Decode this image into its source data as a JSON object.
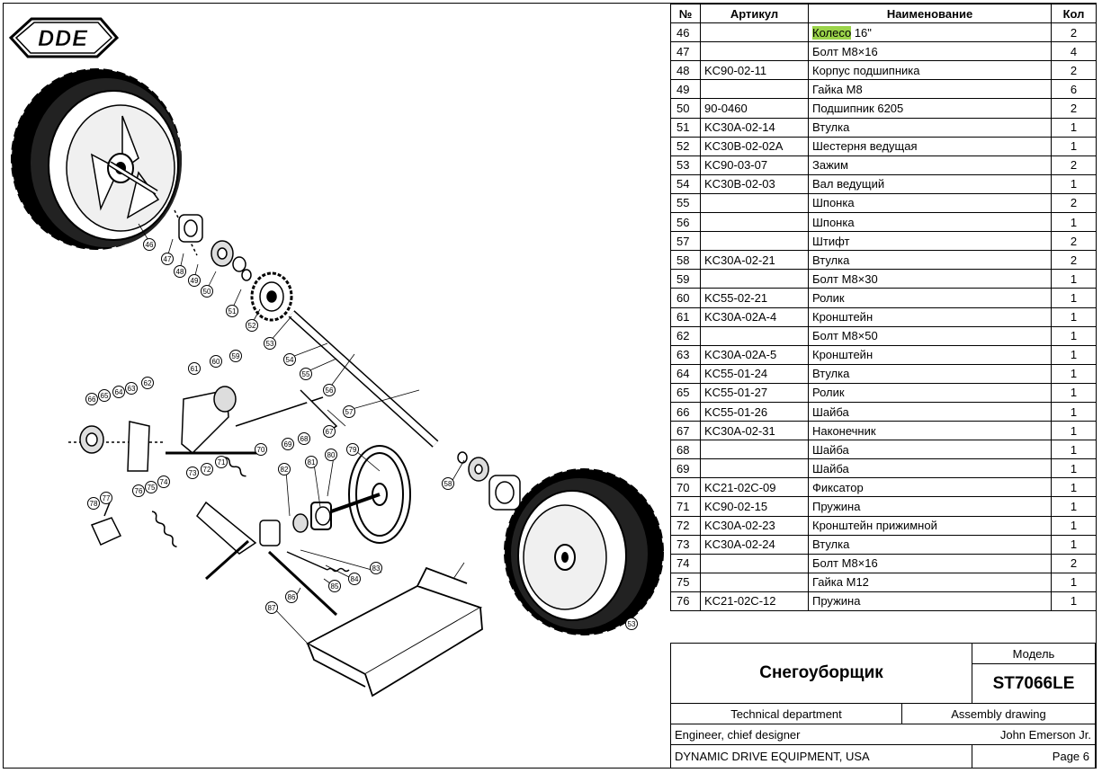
{
  "brand": {
    "logo_text": "DDE"
  },
  "table": {
    "headers": {
      "no": "№",
      "article": "Артикул",
      "name": "Наименование",
      "qty": "Кол"
    },
    "rows": [
      {
        "no": "46",
        "article": "",
        "name": "Колесо 16\"",
        "qty": "2",
        "highlight": "Колесо"
      },
      {
        "no": "47",
        "article": "",
        "name": "Болт М8×16",
        "qty": "4"
      },
      {
        "no": "48",
        "article": "KC90-02-11",
        "name": "Корпус подшипника",
        "qty": "2"
      },
      {
        "no": "49",
        "article": "",
        "name": "Гайка М8",
        "qty": "6"
      },
      {
        "no": "50",
        "article": "90-0460",
        "name": "Подшипник 6205",
        "qty": "2"
      },
      {
        "no": "51",
        "article": "KC30A-02-14",
        "name": "Втулка",
        "qty": "1"
      },
      {
        "no": "52",
        "article": "KC30B-02-02A",
        "name": "Шестерня ведущая",
        "qty": "1"
      },
      {
        "no": "53",
        "article": "KC90-03-07",
        "name": "Зажим",
        "qty": "2"
      },
      {
        "no": "54",
        "article": "KC30B-02-03",
        "name": "Вал ведущий",
        "qty": "1"
      },
      {
        "no": "55",
        "article": "",
        "name": "Шпонка",
        "qty": "2"
      },
      {
        "no": "56",
        "article": "",
        "name": "Шпонка",
        "qty": "1"
      },
      {
        "no": "57",
        "article": "",
        "name": "Штифт",
        "qty": "2"
      },
      {
        "no": "58",
        "article": "KC30A-02-21",
        "name": "Втулка",
        "qty": "2"
      },
      {
        "no": "59",
        "article": "",
        "name": "Болт М8×30",
        "qty": "1"
      },
      {
        "no": "60",
        "article": "KC55-02-21",
        "name": "Ролик",
        "qty": "1"
      },
      {
        "no": "61",
        "article": "KC30A-02A-4",
        "name": "Кронштейн",
        "qty": "1"
      },
      {
        "no": "62",
        "article": "",
        "name": "Болт М8×50",
        "qty": "1"
      },
      {
        "no": "63",
        "article": "KC30A-02A-5",
        "name": "Кронштейн",
        "qty": "1"
      },
      {
        "no": "64",
        "article": "KC55-01-24",
        "name": "Втулка",
        "qty": "1"
      },
      {
        "no": "65",
        "article": "KC55-01-27",
        "name": "Ролик",
        "qty": "1"
      },
      {
        "no": "66",
        "article": "KC55-01-26",
        "name": "Шайба",
        "qty": "1"
      },
      {
        "no": "67",
        "article": "KC30A-02-31",
        "name": "Наконечник",
        "qty": "1"
      },
      {
        "no": "68",
        "article": "",
        "name": "Шайба",
        "qty": "1"
      },
      {
        "no": "69",
        "article": "",
        "name": "Шайба",
        "qty": "1"
      },
      {
        "no": "70",
        "article": "KC21-02C-09",
        "name": "Фиксатор",
        "qty": "1"
      },
      {
        "no": "71",
        "article": "KC90-02-15",
        "name": "Пружина",
        "qty": "1"
      },
      {
        "no": "72",
        "article": "KC30A-02-23",
        "name": "Кронштейн прижимной",
        "qty": "1"
      },
      {
        "no": "73",
        "article": "KC30A-02-24",
        "name": "Втулка",
        "qty": "1"
      },
      {
        "no": "74",
        "article": "",
        "name": "Болт М8×16",
        "qty": "2"
      },
      {
        "no": "75",
        "article": "",
        "name": "Гайка М12",
        "qty": "1"
      },
      {
        "no": "76",
        "article": "KC21-02C-12",
        "name": "Пружина",
        "qty": "1"
      }
    ]
  },
  "title_block": {
    "title": "Снегоуборщик",
    "model_label": "Модель",
    "model_value": "ST7066LE",
    "department": "Technical department",
    "doc_type": "Assembly drawing",
    "role": "Engineer, chief designer",
    "person": "John Emerson Jr.",
    "company": "DYNAMIC DRIVE EQUIPMENT, USA",
    "page": "Page 6"
  },
  "callouts": [
    "46",
    "47",
    "48",
    "49",
    "50",
    "51",
    "52",
    "53",
    "54",
    "55",
    "56",
    "57",
    "58",
    "59",
    "60",
    "61",
    "62",
    "63",
    "64",
    "65",
    "66",
    "67",
    "68",
    "69",
    "70",
    "71",
    "72",
    "73",
    "74",
    "75",
    "76",
    "77",
    "78",
    "79",
    "80",
    "81",
    "82",
    "83",
    "84",
    "85",
    "86",
    "87"
  ]
}
